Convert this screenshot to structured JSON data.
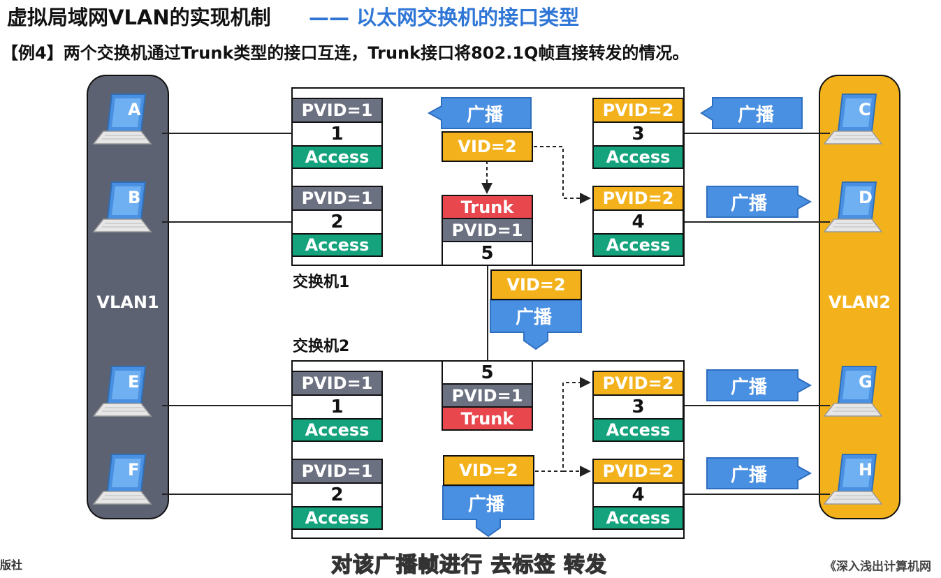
{
  "title": {
    "main": "虚拟局域网VLAN的实现机制",
    "separator": "——",
    "sub": "以太网交换机的接口类型"
  },
  "example": "【例4】两个交换机通过Trunk类型的接口互连，Trunk接口将802.1Q帧直接转发的情况。",
  "vlans": {
    "left": "VLAN1",
    "right": "VLAN2"
  },
  "hosts": [
    "A",
    "B",
    "C",
    "D",
    "E",
    "F",
    "G",
    "H"
  ],
  "switches": {
    "sw1": "交换机1",
    "sw2": "交换机2"
  },
  "ports": {
    "sw1_p1": {
      "pvid": "PVID=1",
      "num": "1",
      "type": "Access"
    },
    "sw1_p2": {
      "pvid": "PVID=1",
      "num": "2",
      "type": "Access"
    },
    "sw1_p3": {
      "pvid": "PVID=2",
      "num": "3",
      "type": "Access"
    },
    "sw1_p4": {
      "pvid": "PVID=2",
      "num": "4",
      "type": "Access"
    },
    "sw1_p5": {
      "type": "Trunk",
      "pvid": "PVID=1",
      "num": "5"
    },
    "sw2_p1": {
      "pvid": "PVID=1",
      "num": "1",
      "type": "Access"
    },
    "sw2_p2": {
      "pvid": "PVID=1",
      "num": "2",
      "type": "Access"
    },
    "sw2_p3": {
      "pvid": "PVID=2",
      "num": "3",
      "type": "Access"
    },
    "sw2_p4": {
      "pvid": "PVID=2",
      "num": "4",
      "type": "Access"
    },
    "sw2_p5": {
      "num": "5",
      "pvid": "PVID=1",
      "type": "Trunk"
    }
  },
  "frames": {
    "vid": "VID=2",
    "broadcast": "广播"
  },
  "subtitle": "对该广播帧进行 去标签 转发",
  "book": "《深入浅出计算机网",
  "press": "版社",
  "colors": {
    "vlan1": "#5d6272",
    "vlan2": "#f3b21b",
    "access": "#14a37c",
    "trunk": "#e8474e",
    "pvid1": "#6b7180",
    "pvid2": "#f3b21b",
    "broadcast": "#4a90e2",
    "title_accent": "#2f76d6"
  }
}
